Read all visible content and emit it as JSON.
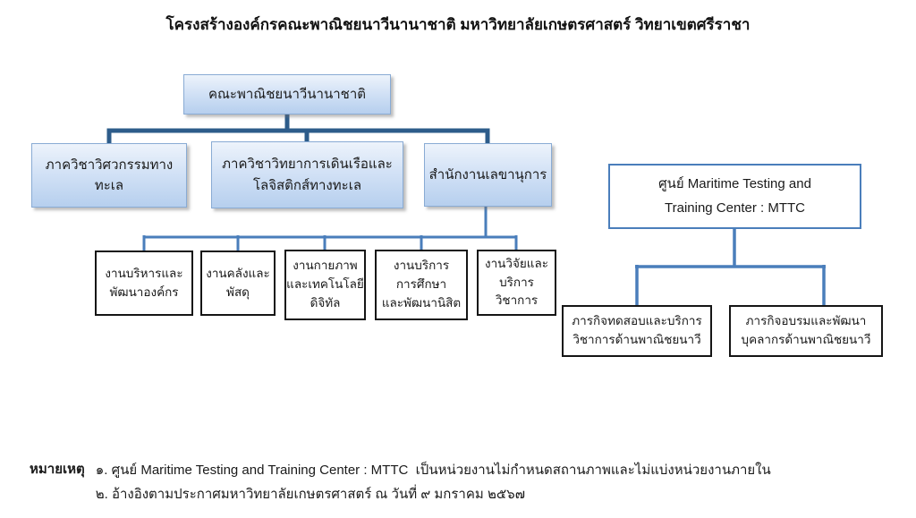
{
  "title": "โครงสร้างองค์กรคณะพาณิชยนาวีนานาชาติ มหาวิทยาลัยเกษตรศาสตร์ วิทยาเขตศรีราชา",
  "chart": {
    "root": {
      "lines": [
        "คณะพาณิชยนาวีนานาชาติ"
      ]
    },
    "departments": [
      {
        "lines": [
          "ภาควิชาวิศวกรรมทางทะเล"
        ]
      },
      {
        "lines": [
          "ภาควิชาวิทยาการเดินเรือและ",
          "โลจิสติกส์ทางทะเล"
        ]
      },
      {
        "lines": [
          "สำนักงานเลขานุการ"
        ]
      }
    ],
    "units": [
      {
        "lines": [
          "งานบริหารและ",
          "พัฒนาองค์กร"
        ]
      },
      {
        "lines": [
          "งานคลังและ",
          "พัสดุ"
        ]
      },
      {
        "lines": [
          "งานกายภาพ",
          "และเทคโนโลยี",
          "ดิจิทัล"
        ]
      },
      {
        "lines": [
          "งานบริการ",
          "การศึกษา",
          "และพัฒนานิสิต"
        ]
      },
      {
        "lines": [
          "งานวิจัยและ",
          "บริการ",
          "วิชาการ"
        ]
      }
    ],
    "mttc": {
      "lines": [
        "ศูนย์ Maritime Testing and",
        "Training Center : MTTC"
      ]
    },
    "mttc_units": [
      {
        "lines": [
          "ภารกิจทดสอบและบริการ",
          "วิชาการด้านพาณิชยนาวี"
        ]
      },
      {
        "lines": [
          "ภารกิจอบรมและพัฒนา",
          "บุคลากรด้านพาณิชยนาวี"
        ]
      }
    ]
  },
  "notes": {
    "label": "หมายเหตุ",
    "items": [
      "๑. ศูนย์ Maritime Testing and Training Center : MTTC  เป็นหน่วยงานไม่กำหนดสถานภาพและไม่แบ่งหน่วยงานภายใน",
      "๒. อ้างอิงตามประกาศมหาวิทยาลัยเกษตรศาสตร์ ณ วันที่ ๙ มกราคม ๒๕๖๗"
    ]
  },
  "colors": {
    "connector_dark": "#2d5c8a",
    "connector_medium": "#4a7ebb",
    "blue_box_border": "#89abd4",
    "blue_box_fill_top": "#edf3fb",
    "blue_box_fill_bottom": "#b6cfee",
    "mttc_border": "#4a7ebb",
    "unit_border": "#151515"
  }
}
